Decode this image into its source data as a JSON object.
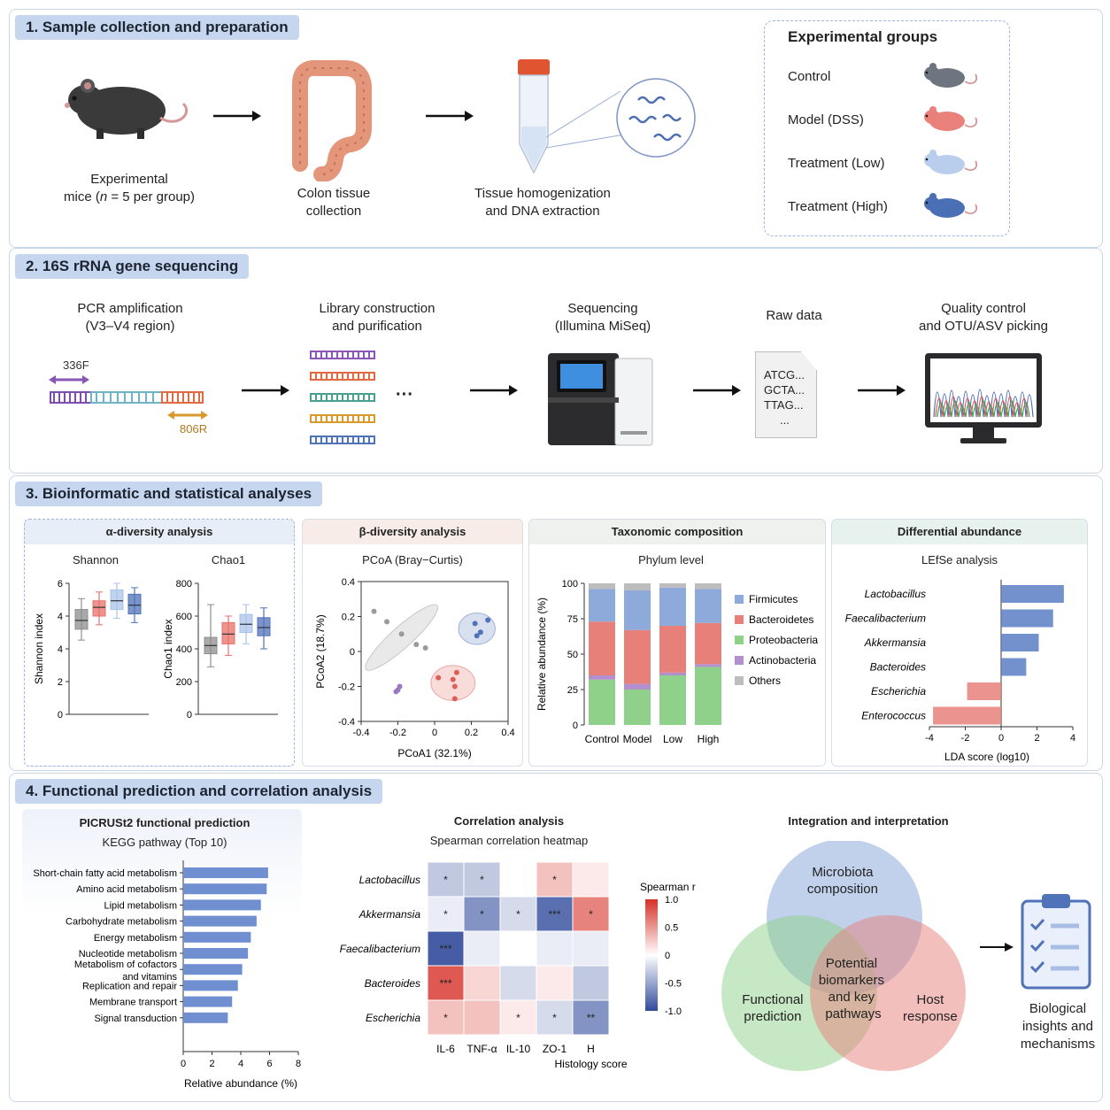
{
  "s1": {
    "title": "1.  Sample collection and preparation",
    "mice_label_1": "Experimental",
    "mice_label_2a": "mice (",
    "mice_label_n": "n",
    "mice_label_2b": " = 5 per group)",
    "colon_label": [
      "Colon tissue",
      "collection"
    ],
    "tube_label": [
      "Tissue homogenization",
      "and DNA extraction"
    ],
    "groups_title": "Experimental groups",
    "groups": [
      {
        "label": "Control",
        "color": "#6f7580"
      },
      {
        "label": "Model (DSS)",
        "color": "#e9807a"
      },
      {
        "label": "Treatment (Low)",
        "color": "#b9cdec"
      },
      {
        "label": "Treatment (High)",
        "color": "#4b6fb5"
      }
    ]
  },
  "s2": {
    "title": "2.  16S rRNA gene sequencing",
    "pcr": [
      "PCR amplification",
      "(V3–V4 region)"
    ],
    "primer_f": "336F",
    "primer_r": "806R",
    "library": [
      "Library construction",
      "and purification"
    ],
    "ellipsis": "···",
    "sequencing": [
      "Sequencing",
      "(Illumina MiSeq)"
    ],
    "raw": "Raw data",
    "raw_lines": [
      "ATCG...",
      "GCTA...",
      "TTAG...",
      "..."
    ],
    "qc": [
      "Quality control",
      "and OTU/ASV picking"
    ]
  },
  "s3": {
    "title": "3.  Bioinformatic and statistical analyses",
    "alpha": {
      "title": "α-diversity analysis",
      "shannon": "Shannon",
      "chao1": "Chao1",
      "shannon_ylabel": "Shannon index",
      "chao1_ylabel": "Chao1 index",
      "shannon_ticks": [
        "6",
        "4",
        "4",
        "2",
        "0"
      ],
      "chao1_ticks": [
        "800",
        "600",
        "400",
        "200",
        "0"
      ]
    },
    "beta": {
      "title": "β-diversity analysis",
      "subtitle": "PCoA (Bray−Curtis)",
      "xlabel": "PCoA1 (32.1%)",
      "ylabel": "PCoA2 (18.7%)",
      "xticks": [
        "-0.4",
        "-0.2",
        "0",
        "0.2",
        "0.4"
      ],
      "yticks": [
        "0.4",
        "0.2",
        "0",
        "-0.2",
        "-0.4"
      ]
    },
    "taxa": {
      "title": "Taxonomic composition",
      "subtitle": "Phylum level",
      "ylabel": "Relative abundance (%)",
      "yticks": [
        "100",
        "75",
        "50",
        "25",
        "0"
      ],
      "legend": [
        {
          "label": "Firmicutes",
          "color": "#8eaadb"
        },
        {
          "label": "Bacteroidetes",
          "color": "#e8807a"
        },
        {
          "label": "Proteobacteria",
          "color": "#8fd18a"
        },
        {
          "label": "Actinobacteria",
          "color": "#b48fcf"
        },
        {
          "label": "Others",
          "color": "#bdbdbd"
        }
      ]
    },
    "diff": {
      "title": "Differential abundance",
      "subtitle": "LEfSe analysis",
      "xlabel": "LDA score (log10)",
      "xticks": [
        "-4",
        "-2",
        "0",
        "2",
        "4"
      ]
    }
  },
  "s4": {
    "title": "4.  Functional prediction and correlation analysis",
    "picrust_title": "PICRUSt2 functional prediction",
    "picrust_sub": "KEGG pathway (Top 10)",
    "picrust_xlabel": "Relative abundance (%)",
    "picrust_xticks": [
      "0",
      "2",
      "4",
      "6",
      "8"
    ],
    "corr_title": "Correlation analysis",
    "corr_sub": "Spearman correlation heatmap",
    "corr_legend_title": "Spearman r",
    "corr_legend_ticks": [
      "1.0",
      "0.5",
      "0",
      "-0.5",
      "-1.0"
    ],
    "corr_extra_label": "Histology score",
    "integ_title": "Integration and interpretation",
    "venn_micro": [
      "Microbiota",
      "composition"
    ],
    "venn_func": [
      "Functional",
      "prediction"
    ],
    "venn_host": [
      "Host",
      "response"
    ],
    "venn_center": [
      "Potential",
      "biomarkers",
      "and key",
      "pathways"
    ],
    "bio": [
      "Biological",
      "insights and",
      "mechanisms"
    ]
  },
  "chart_data": [
    {
      "id": "alpha_shannon",
      "type": "box",
      "title": "Shannon",
      "ylabel": "Shannon index",
      "ylim": [
        0,
        6
      ],
      "groups": [
        "Control",
        "Model (DSS)",
        "Treatment (Low)",
        "Treatment (High)"
      ],
      "colors": [
        "#8d8d8d",
        "#e8706a",
        "#a9c3ea",
        "#4f72b8"
      ],
      "boxes": [
        {
          "min": 3.4,
          "q1": 3.9,
          "median": 4.3,
          "q3": 4.8,
          "max": 5.3
        },
        {
          "min": 4.1,
          "q1": 4.5,
          "median": 4.9,
          "q3": 5.2,
          "max": 5.6
        },
        {
          "min": 4.4,
          "q1": 4.8,
          "median": 5.2,
          "q3": 5.7,
          "max": 6.0
        },
        {
          "min": 4.2,
          "q1": 4.6,
          "median": 5.0,
          "q3": 5.5,
          "max": 5.8
        }
      ]
    },
    {
      "id": "alpha_chao1",
      "type": "box",
      "title": "Chao1",
      "ylabel": "Chao1 index",
      "ylim": [
        0,
        800
      ],
      "groups": [
        "Control",
        "Model (DSS)",
        "Treatment (Low)",
        "Treatment (High)"
      ],
      "colors": [
        "#8d8d8d",
        "#e8706a",
        "#a9c3ea",
        "#4f72b8"
      ],
      "boxes": [
        {
          "min": 290,
          "q1": 370,
          "median": 420,
          "q3": 470,
          "max": 670
        },
        {
          "min": 360,
          "q1": 430,
          "median": 490,
          "q3": 560,
          "max": 600
        },
        {
          "min": 430,
          "q1": 500,
          "median": 550,
          "q3": 610,
          "max": 670
        },
        {
          "min": 400,
          "q1": 480,
          "median": 530,
          "q3": 590,
          "max": 650
        }
      ]
    },
    {
      "id": "beta_pcoa",
      "type": "scatter",
      "title": "PCoA (Bray−Curtis)",
      "xlabel": "PCoA1 (32.1%)",
      "ylabel": "PCoA2 (18.7%)",
      "xlim": [
        -0.4,
        0.4
      ],
      "ylim": [
        -0.4,
        0.4
      ],
      "series": [
        {
          "name": "Control",
          "color": "#9a9a9a",
          "ellipse": {
            "cx": -0.18,
            "cy": 0.08,
            "rx": 0.26,
            "ry": 0.06,
            "rot": -42
          },
          "points": [
            [
              -0.33,
              0.23
            ],
            [
              -0.26,
              0.17
            ],
            [
              -0.18,
              0.1
            ],
            [
              -0.1,
              0.04
            ],
            [
              -0.05,
              0.02
            ]
          ]
        },
        {
          "name": "Model (DSS)",
          "color": "#e05e58",
          "ellipse": {
            "cx": 0.1,
            "cy": -0.18,
            "rx": 0.12,
            "ry": 0.1,
            "rot": 0
          },
          "points": [
            [
              0.12,
              -0.12
            ],
            [
              0.1,
              -0.16
            ],
            [
              0.11,
              -0.2
            ],
            [
              0.11,
              -0.27
            ],
            [
              0.02,
              -0.15
            ]
          ]
        },
        {
          "name": "Treatment (Low)",
          "color": "#9b78c2",
          "ellipse": null,
          "points": [
            [
              -0.2,
              -0.22
            ],
            [
              -0.19,
              -0.2
            ],
            [
              -0.21,
              -0.23
            ]
          ]
        },
        {
          "name": "Treatment (High)",
          "color": "#4f72b8",
          "ellipse": {
            "cx": 0.23,
            "cy": 0.13,
            "rx": 0.1,
            "ry": 0.09,
            "rot": 0
          },
          "points": [
            [
              0.22,
              0.16
            ],
            [
              0.25,
              0.11
            ],
            [
              0.23,
              0.09
            ],
            [
              0.29,
              0.18
            ]
          ]
        }
      ]
    },
    {
      "id": "taxonomy",
      "type": "bar",
      "stacked": true,
      "title": "Phylum level",
      "ylabel": "Relative abundance (%)",
      "categories": [
        "Control",
        "Model",
        "Low",
        "High"
      ],
      "ylim": [
        0,
        100
      ],
      "series": [
        {
          "name": "Proteobacteria",
          "color": "#8fd18a",
          "values": [
            32,
            25,
            35,
            41
          ]
        },
        {
          "name": "Actinobacteria",
          "color": "#b48fcf",
          "values": [
            3,
            4,
            2,
            2
          ]
        },
        {
          "name": "Bacteroidetes",
          "color": "#e8807a",
          "values": [
            38,
            38,
            33,
            29
          ]
        },
        {
          "name": "Firmicutes",
          "color": "#8eaadb",
          "values": [
            23,
            28,
            27,
            24
          ]
        },
        {
          "name": "Others",
          "color": "#bdbdbd",
          "values": [
            4,
            5,
            3,
            4
          ]
        }
      ]
    },
    {
      "id": "lefse",
      "type": "bar",
      "orientation": "horizontal",
      "title": "LEfSe analysis",
      "xlabel": "LDA score (log10)",
      "xlim": [
        -4,
        4
      ],
      "categories": [
        "Lactobacillus",
        "Faecalibacterium",
        "Akkermansia",
        "Bacteroides",
        "Escherichia",
        "Enterococcus"
      ],
      "values": [
        3.5,
        2.9,
        2.1,
        1.4,
        -1.9,
        -3.8
      ],
      "colors": {
        "positive": "#5b7fc4",
        "negative": "#e8807a"
      }
    },
    {
      "id": "picrust",
      "type": "bar",
      "orientation": "horizontal",
      "title": "KEGG pathway (Top 10)",
      "xlabel": "Relative abundance (%)",
      "xlim": [
        0,
        8
      ],
      "categories": [
        "Short-chain fatty acid metabolism",
        "Amino acid metabolism",
        "Lipid metabolism",
        "Carbohydrate metabolism",
        "Energy metabolism",
        "Nucleotide metabolism",
        "Metabolism of cofactors|and vitamins",
        "Replication and repair",
        "Membrane transport",
        "Signal transduction"
      ],
      "values": [
        5.9,
        5.8,
        5.4,
        5.1,
        4.7,
        4.5,
        4.1,
        3.8,
        3.4,
        3.1
      ],
      "color": "#6f8fd0"
    },
    {
      "id": "correlation",
      "type": "heatmap",
      "title": "Spearman correlation heatmap",
      "rows": [
        "Lactobacillus",
        "Akkermansia",
        "Faecalibacterium",
        "Bacteroides",
        "Escherichia"
      ],
      "cols": [
        "IL-6",
        "TNF-α",
        "IL-10",
        "ZO-1",
        "Histology score"
      ],
      "col_labels": [
        "IL-6",
        "TNF-α",
        "IL-10",
        "ZO-1",
        "H"
      ],
      "range": [
        -1,
        1
      ],
      "values": [
        [
          -0.3,
          -0.3,
          0.0,
          0.3,
          0.1
        ],
        [
          -0.1,
          -0.6,
          -0.2,
          -0.8,
          0.6
        ],
        [
          -0.9,
          -0.1,
          0.0,
          -0.1,
          -0.1
        ],
        [
          0.8,
          0.2,
          -0.2,
          0.1,
          -0.3
        ],
        [
          0.3,
          0.3,
          0.1,
          -0.2,
          -0.6
        ]
      ],
      "labels": [
        [
          "*",
          "*",
          "",
          "*",
          ""
        ],
        [
          "*",
          "*",
          "*",
          "***",
          "*"
        ],
        [
          "***",
          "",
          "",
          "",
          ""
        ],
        [
          "***",
          "",
          "",
          "",
          ""
        ],
        [
          "*",
          "",
          "*",
          "*",
          "**"
        ]
      ]
    }
  ]
}
